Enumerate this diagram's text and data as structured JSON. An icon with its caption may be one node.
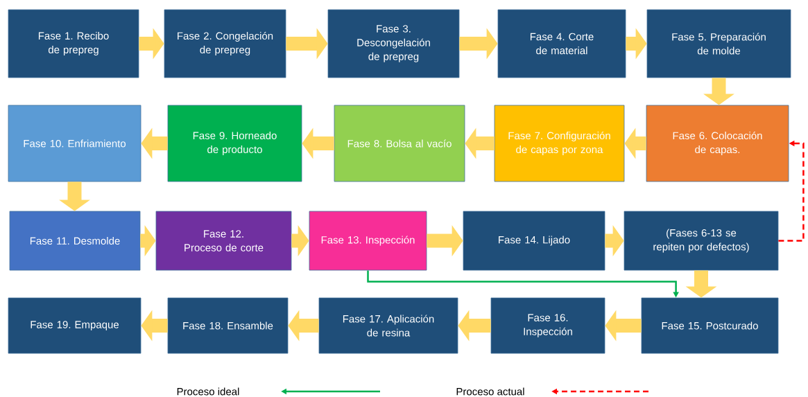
{
  "diagram": {
    "nodes": [
      {
        "text": [
          "Fase 1. Recibo de prepreg"
        ]
      },
      {
        "text": [
          "Fase 2. Congelación de prepreg"
        ]
      },
      {
        "text": [
          "Fase 3. Descongelación de prepreg"
        ]
      },
      {
        "text": [
          "Fase 4. Corte de material"
        ]
      },
      {
        "text": [
          "Fase 5. Preparación de molde"
        ]
      },
      {
        "text": [
          "Fase 6. Colocación de capas."
        ]
      },
      {
        "text": [
          "Fase 7. Configuración de capas por zona"
        ]
      },
      {
        "text": [
          "Fase 8. Bolsa al vacío"
        ]
      },
      {
        "text": [
          "Fase 9. Horneado de producto"
        ]
      },
      {
        "text": [
          "Fase 10. Enfriamiento"
        ]
      },
      {
        "text": [
          "Fase 11. Desmolde"
        ]
      },
      {
        "text": [
          "Fase 12. Proceso de corte"
        ]
      },
      {
        "text": [
          "Fase 13. Inspección"
        ]
      },
      {
        "text": [
          "Fase 14. Lijado"
        ]
      },
      {
        "text": [
          "(Fases 6-13 se repiten por defectos)"
        ]
      },
      {
        "text": [
          "Fase 15. Postcurado"
        ]
      },
      {
        "text": [
          "Fase 16. Inspección"
        ]
      },
      {
        "text": [
          "Fase 17. Aplicación de resina"
        ]
      },
      {
        "text": [
          "Fase 18. Ensamble"
        ]
      },
      {
        "text": [
          "Fase 19. Empaque"
        ]
      }
    ],
    "edges": [
      {
        "from": 0,
        "to": 1,
        "arrow": "to"
      },
      {
        "from": 1,
        "to": 2,
        "arrow": "to"
      },
      {
        "from": 2,
        "to": 3,
        "arrow": "to"
      },
      {
        "from": 3,
        "to": 4,
        "arrow": "to"
      },
      {
        "from": 4,
        "to": 5,
        "arrow": "to"
      },
      {
        "from": 5,
        "to": 6,
        "arrow": "to"
      },
      {
        "from": 6,
        "to": 7,
        "arrow": "to"
      },
      {
        "from": 7,
        "to": 8,
        "arrow": "to"
      },
      {
        "from": 8,
        "to": 9,
        "arrow": "to"
      },
      {
        "from": 9,
        "to": 10,
        "arrow": "to"
      },
      {
        "from": 10,
        "to": 11,
        "arrow": "to"
      },
      {
        "from": 11,
        "to": 12,
        "arrow": "to"
      },
      {
        "from": 12,
        "to": 13,
        "arrow": "to"
      },
      {
        "from": 13,
        "to": 14,
        "arrow": "to"
      },
      {
        "from": 14,
        "to": 15,
        "arrow": "to"
      },
      {
        "from": 15,
        "to": 16,
        "arrow": "to"
      },
      {
        "from": 16,
        "to": 17,
        "arrow": "to"
      },
      {
        "from": 17,
        "to": 18,
        "arrow": "to"
      },
      {
        "from": 18,
        "to": 19,
        "arrow": "to"
      },
      {
        "from": 12,
        "to": 15,
        "arrow": "to",
        "color": "#00b050"
      },
      {
        "from": 14,
        "to": 5,
        "arrow": "to",
        "style": "dashed",
        "color": "#ff0000"
      }
    ],
    "legend": [
      {
        "text": "Proceso ideal"
      },
      {
        "text": "Proceso actual"
      }
    ]
  }
}
